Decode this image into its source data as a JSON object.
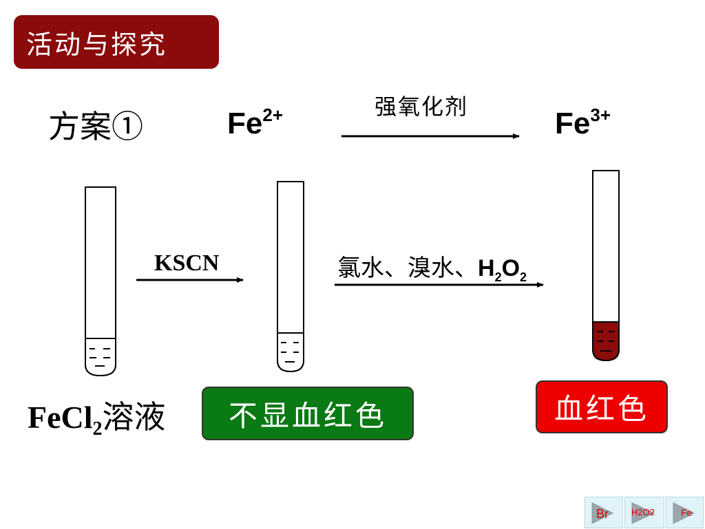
{
  "slide": {
    "title": "活动与探究",
    "plan_label": "方案①",
    "fe2_base": "Fe",
    "fe2_charge": "2+",
    "fe3_base": "Fe",
    "fe3_charge": "3+",
    "oxidant_label": "强氧化剂",
    "kscn_label": "KSCN",
    "reagents_prefix": "氯水、溴水、",
    "reagents_h": "H",
    "reagents_h_sub": "2",
    "reagents_o": "O",
    "reagents_o_sub": "2",
    "fecl2_main": "FeCl",
    "fecl2_sub": "2",
    "fecl2_suffix": "溶液",
    "no_red_label": "不显血红色",
    "red_label": "血红色"
  },
  "nav": {
    "br_label": "Br",
    "h2o2_label": "H2O2",
    "fe_label": "Fe"
  },
  "colors": {
    "title_bg": "#8b0a0a",
    "green_box": "#0a7a14",
    "red_box": "#ee0000",
    "red_liquid": "#8b0a0a",
    "nav_bg": "#dff3f8"
  }
}
